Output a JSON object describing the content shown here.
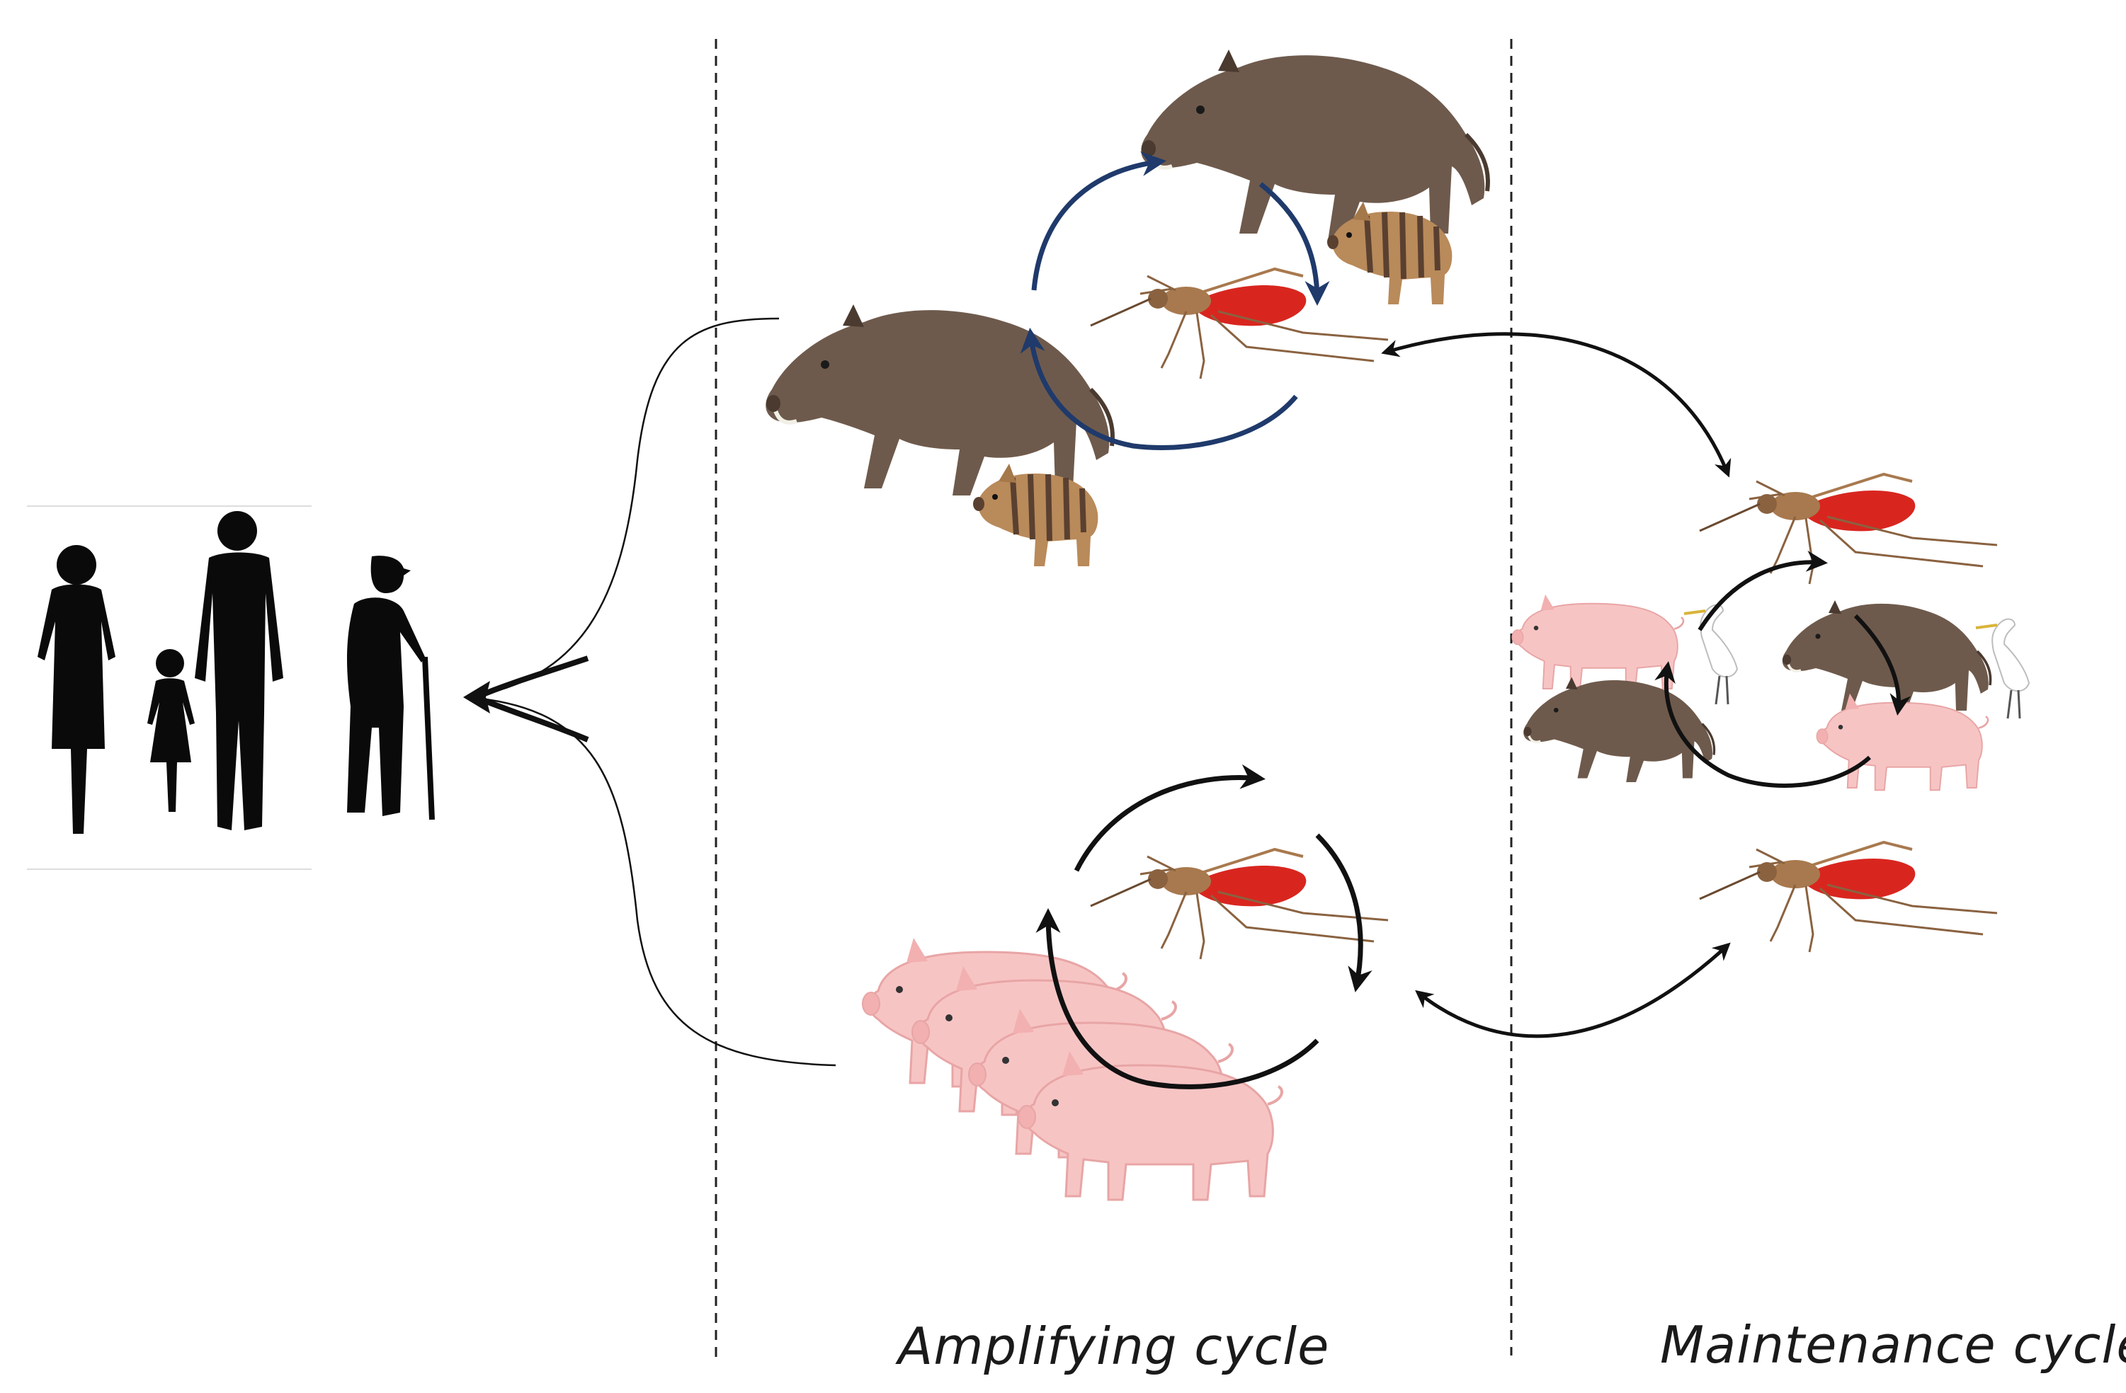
{
  "diagram": {
    "captions": {
      "amplifying": "Amplifying cycle",
      "maintenance": "Maintenance cycle"
    },
    "nodes": [
      {
        "id": "humans",
        "kind": "human-family-silhouette"
      },
      {
        "id": "wild-boar-cycle",
        "kind": "wild-boar-with-piglet",
        "group": "amplifying"
      },
      {
        "id": "domestic-pig-cycle",
        "kind": "domestic-pig-herd",
        "group": "amplifying"
      },
      {
        "id": "maintenance-reservoir",
        "kind": "mosquito-pig-boar-egret",
        "group": "maintenance"
      }
    ],
    "edges": [
      {
        "from": "wild-boar-cycle",
        "to": "humans"
      },
      {
        "from": "domestic-pig-cycle",
        "to": "humans"
      },
      {
        "from": "wild-boar-cycle",
        "to": "maintenance-reservoir",
        "bidirectional": true
      },
      {
        "from": "domestic-pig-cycle",
        "to": "maintenance-reservoir",
        "bidirectional": true
      }
    ],
    "colors": {
      "boar": "#6e5a4c",
      "boar_dark": "#4a3a30",
      "pig": "#f7c4c4",
      "pig_outline": "#e8a5a5",
      "mosquito_body": "#a8794e",
      "mosquito_blood": "#d8261f",
      "wild_cycle_arrow": "#1f3a6b",
      "arrow": "#111111",
      "silhouette": "#0a0a0a",
      "egret": "#ffffff"
    }
  }
}
